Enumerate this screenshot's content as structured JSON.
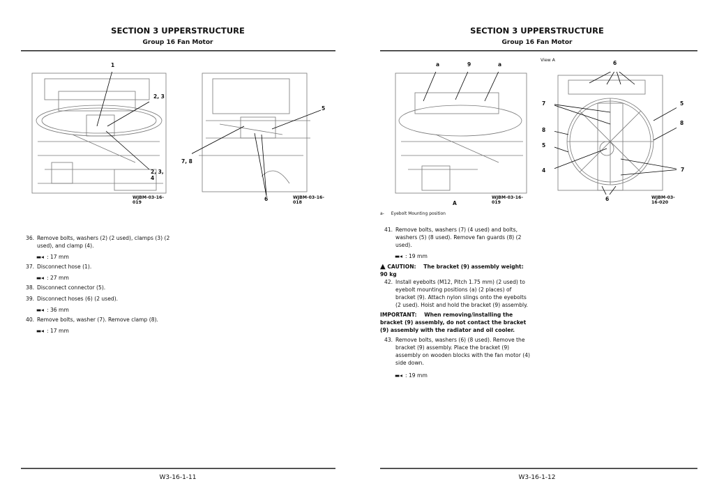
{
  "left_page": {
    "section_title": "SECTION 3 UPPERSTRUCTURE",
    "group_title": "Group 16 Fan Motor",
    "figure1": {
      "code": "WJBM-03-16-019",
      "callouts": [
        "1",
        "2, 3",
        "2, 3, 4"
      ]
    },
    "figure2": {
      "code": "WJBM-03-16-018",
      "callouts": [
        "5",
        "7, 8",
        "6"
      ]
    },
    "steps": [
      {
        "num": "36.",
        "text": "Remove bolts, washers (2) (2 used), clamps (3) (2 used), and clamp (4).",
        "tool": ": 17 mm"
      },
      {
        "num": "37.",
        "text": "Disconnect hose (1).",
        "tool": ": 27 mm"
      },
      {
        "num": "38.",
        "text": "Disconnect connector (5)."
      },
      {
        "num": "39.",
        "text": "Disconnect hoses (6) (2 used).",
        "tool": ": 36 mm"
      },
      {
        "num": "40.",
        "text": "Remove bolts, washer (7). Remove clamp (8).",
        "tool": ": 17 mm"
      }
    ],
    "page_number": "W3-16-1-11"
  },
  "right_page": {
    "section_title": "SECTION 3 UPPERSTRUCTURE",
    "group_title": "Group 16 Fan Motor",
    "figure1": {
      "code": "WJBM-03-16-019",
      "callouts": [
        "a",
        "9",
        "a",
        "A"
      ]
    },
    "figure2": {
      "code": "WJBM-03-16-020",
      "view_label": "View A",
      "callouts": [
        "6",
        "7",
        "5",
        "8",
        "8",
        "5",
        "4",
        "7",
        "6"
      ]
    },
    "legend": {
      "key": "a-",
      "text": "Eyebolt Mounting position"
    },
    "steps": [
      {
        "num": "41.",
        "text": "Remove bolts, washers (7) (4 used) and bolts, washers (5) (8 used). Remove fan guards (8) (2 used).",
        "tool": ": 19 mm"
      },
      {
        "num": "42.",
        "text": "Install eyebolts (M12, Pitch 1.75 mm) (2 used) to eyebolt mounting positions (a) (2 places) of bracket (9). Attach nylon slings onto the eyebolts (2 used). Hoist and hold the bracket (9) assembly."
      },
      {
        "num": "43.",
        "text": "Remove bolts, washers (6) (8 used). Remove the bracket (9) assembly. Place the bracket (9) assembly on wooden blocks with the fan motor (4) side down.",
        "tool": ": 19 mm"
      }
    ],
    "caution": {
      "label": "CAUTION:",
      "text": "The bracket (9) assembly weight: 90 kg"
    },
    "important": {
      "label": "IMPORTANT:",
      "text": "When removing/installing the bracket (9) assembly, do not contact the bracket (9) assembly with the radiator and oil cooler."
    },
    "page_number": "W3-16-1-12"
  },
  "icons": {
    "tool": "wrench-icon",
    "caution": "warning-triangle-icon"
  }
}
